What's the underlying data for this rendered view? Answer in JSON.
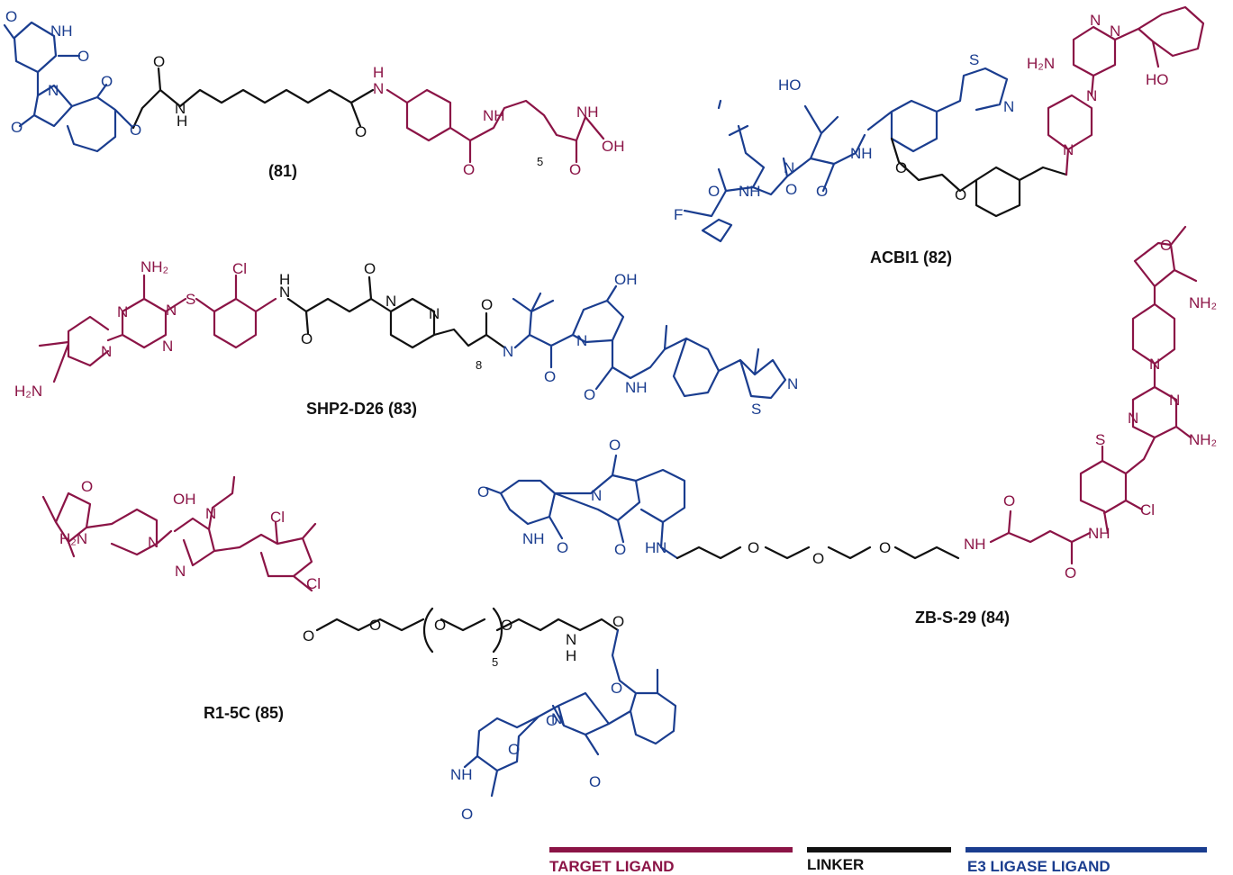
{
  "colors": {
    "target": "#8b1446",
    "linker": "#111111",
    "e3": "#1a3d8f"
  },
  "compounds": {
    "c81": "(81)",
    "c82": "ACBI1 (82)",
    "c83": "SHP2-D26 (83)",
    "c84": "ZB-S-29 (84)",
    "c85": "R1-5C (85)"
  },
  "legend": {
    "target": "TARGET LIGAND",
    "linker": "LINKER",
    "e3": "E3 LIGASE LIGAND"
  },
  "atoms": {
    "O": "O",
    "NH": "NH",
    "N": "N",
    "H": "H",
    "OH": "OH",
    "HO": "HO",
    "S": "S",
    "Cl": "Cl",
    "F": "F",
    "NH2": "NH₂",
    "H2N": "H₂N"
  },
  "repeat": {
    "r81": "5",
    "r83": "8",
    "r85": "5"
  }
}
